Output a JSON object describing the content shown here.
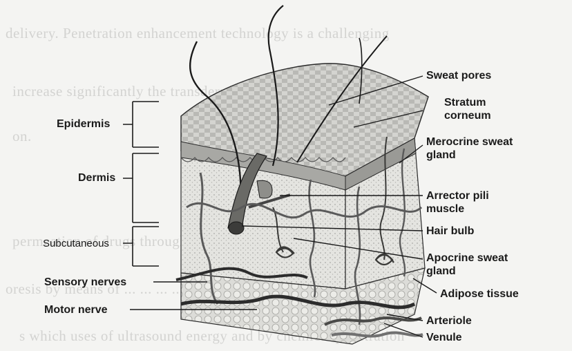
{
  "background_text": [
    "delivery. Penetration enhancement technology is a challenging",
    "increase  significantly  the  transdermal  drugs  available  for",
    "on.",
    "permeation of drugs through the skin can be enhanced by physical",
    "oresis  by  means  of  ...  ...  ...  ...  ...  low  levels  electrical",
    "s which uses of ultrasound energy and by chemical penetration"
  ],
  "labels": {
    "epidermis": "Epidermis",
    "dermis": "Dermis",
    "subcutaneous": "Subcutaneous",
    "sensory_nerves": "Sensory nerves",
    "motor_nerve": "Motor nerve",
    "sweat_pores": "Sweat pores",
    "stratum_corneum_1": "Stratum",
    "stratum_corneum_2": "corneum",
    "merocrine_1": "Merocrine sweat",
    "merocrine_2": "gland",
    "arrector_1": "Arrector pili",
    "arrector_2": "muscle",
    "hair_bulb": "Hair bulb",
    "apocrine_1": "Apocrine sweat",
    "apocrine_2": "gland",
    "adipose": "Adipose tissue",
    "arteriole": "Arteriole",
    "venule": "Venule"
  },
  "colors": {
    "ink": "#1a1a1a",
    "faded_text": "#d3d3d1",
    "epidermis_fill": "#c9c9c6",
    "dermis_fill": "#e3e3df",
    "fat_fill": "#dcdcd8",
    "vessel": "#5a5a5a"
  }
}
